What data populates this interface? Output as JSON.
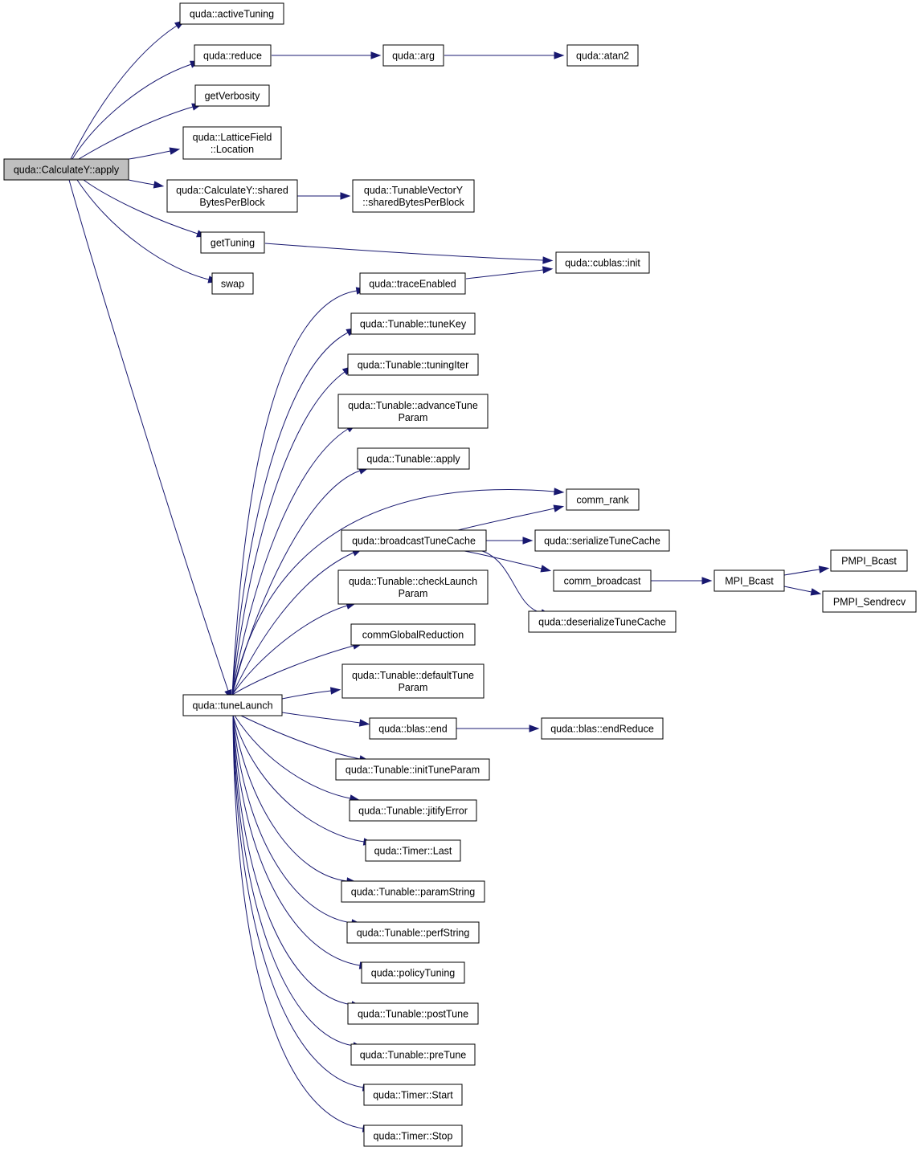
{
  "nodes": {
    "apply": {
      "lines": [
        "quda::CalculateY::apply"
      ]
    },
    "activeTuning": {
      "lines": [
        "quda::activeTuning"
      ]
    },
    "reduce": {
      "lines": [
        "quda::reduce"
      ]
    },
    "arg": {
      "lines": [
        "quda::arg"
      ]
    },
    "atan2": {
      "lines": [
        "quda::atan2"
      ]
    },
    "getVerbosity": {
      "lines": [
        "getVerbosity"
      ]
    },
    "location": {
      "lines": [
        "quda::LatticeField",
        "::Location"
      ]
    },
    "sharedBytes": {
      "lines": [
        "quda::CalculateY::shared",
        "BytesPerBlock"
      ]
    },
    "tvySharedBytes": {
      "lines": [
        "quda::TunableVectorY",
        "::sharedBytesPerBlock"
      ]
    },
    "getTuning": {
      "lines": [
        "getTuning"
      ]
    },
    "cublasInit": {
      "lines": [
        "quda::cublas::init"
      ]
    },
    "swap": {
      "lines": [
        "swap"
      ]
    },
    "traceEnabled": {
      "lines": [
        "quda::traceEnabled"
      ]
    },
    "tuneKey": {
      "lines": [
        "quda::Tunable::tuneKey"
      ]
    },
    "tuningIter": {
      "lines": [
        "quda::Tunable::tuningIter"
      ]
    },
    "advanceTune": {
      "lines": [
        "quda::Tunable::advanceTune",
        "Param"
      ]
    },
    "tunableApply": {
      "lines": [
        "quda::Tunable::apply"
      ]
    },
    "commRank": {
      "lines": [
        "comm_rank"
      ]
    },
    "broadcastTuneCache": {
      "lines": [
        "quda::broadcastTuneCache"
      ]
    },
    "serializeTuneCache": {
      "lines": [
        "quda::serializeTuneCache"
      ]
    },
    "commBroadcast": {
      "lines": [
        "comm_broadcast"
      ]
    },
    "mpiBcast": {
      "lines": [
        "MPI_Bcast"
      ]
    },
    "pmpiBcast": {
      "lines": [
        "PMPI_Bcast"
      ]
    },
    "pmpiSendrecv": {
      "lines": [
        "PMPI_Sendrecv"
      ]
    },
    "deserializeTuneCache": {
      "lines": [
        "quda::deserializeTuneCache"
      ]
    },
    "checkLaunch": {
      "lines": [
        "quda::Tunable::checkLaunch",
        "Param"
      ]
    },
    "commGlobalReduction": {
      "lines": [
        "commGlobalReduction"
      ]
    },
    "defaultTune": {
      "lines": [
        "quda::Tunable::defaultTune",
        "Param"
      ]
    },
    "tuneLaunch": {
      "lines": [
        "quda::tuneLaunch"
      ]
    },
    "blasEnd": {
      "lines": [
        "quda::blas::end"
      ]
    },
    "blasEndReduce": {
      "lines": [
        "quda::blas::endReduce"
      ]
    },
    "initTuneParam": {
      "lines": [
        "quda::Tunable::initTuneParam"
      ]
    },
    "jitifyError": {
      "lines": [
        "quda::Tunable::jitifyError"
      ]
    },
    "timerLast": {
      "lines": [
        "quda::Timer::Last"
      ]
    },
    "paramString": {
      "lines": [
        "quda::Tunable::paramString"
      ]
    },
    "perfString": {
      "lines": [
        "quda::Tunable::perfString"
      ]
    },
    "policyTuning": {
      "lines": [
        "quda::policyTuning"
      ]
    },
    "postTune": {
      "lines": [
        "quda::Tunable::postTune"
      ]
    },
    "preTune": {
      "lines": [
        "quda::Tunable::preTune"
      ]
    },
    "timerStart": {
      "lines": [
        "quda::Timer::Start"
      ]
    },
    "timerStop": {
      "lines": [
        "quda::Timer::Stop"
      ]
    }
  },
  "edges": [
    [
      "apply",
      "activeTuning"
    ],
    [
      "apply",
      "reduce"
    ],
    [
      "apply",
      "getVerbosity"
    ],
    [
      "apply",
      "location"
    ],
    [
      "apply",
      "sharedBytes"
    ],
    [
      "apply",
      "getTuning"
    ],
    [
      "apply",
      "swap"
    ],
    [
      "apply",
      "tuneLaunch"
    ],
    [
      "reduce",
      "arg"
    ],
    [
      "arg",
      "atan2"
    ],
    [
      "sharedBytes",
      "tvySharedBytes"
    ],
    [
      "getTuning",
      "cublasInit"
    ],
    [
      "traceEnabled",
      "cublasInit"
    ],
    [
      "tuneLaunch",
      "traceEnabled"
    ],
    [
      "tuneLaunch",
      "tuneKey"
    ],
    [
      "tuneLaunch",
      "tuningIter"
    ],
    [
      "tuneLaunch",
      "advanceTune"
    ],
    [
      "tuneLaunch",
      "tunableApply"
    ],
    [
      "tuneLaunch",
      "commRank"
    ],
    [
      "tuneLaunch",
      "broadcastTuneCache"
    ],
    [
      "tuneLaunch",
      "checkLaunch"
    ],
    [
      "tuneLaunch",
      "commGlobalReduction"
    ],
    [
      "tuneLaunch",
      "defaultTune"
    ],
    [
      "tuneLaunch",
      "blasEnd"
    ],
    [
      "tuneLaunch",
      "initTuneParam"
    ],
    [
      "tuneLaunch",
      "jitifyError"
    ],
    [
      "tuneLaunch",
      "timerLast"
    ],
    [
      "tuneLaunch",
      "paramString"
    ],
    [
      "tuneLaunch",
      "perfString"
    ],
    [
      "tuneLaunch",
      "policyTuning"
    ],
    [
      "tuneLaunch",
      "postTune"
    ],
    [
      "tuneLaunch",
      "preTune"
    ],
    [
      "tuneLaunch",
      "timerStart"
    ],
    [
      "tuneLaunch",
      "timerStop"
    ],
    [
      "broadcastTuneCache",
      "commRank"
    ],
    [
      "broadcastTuneCache",
      "serializeTuneCache"
    ],
    [
      "broadcastTuneCache",
      "commBroadcast"
    ],
    [
      "broadcastTuneCache",
      "deserializeTuneCache"
    ],
    [
      "commBroadcast",
      "mpiBcast"
    ],
    [
      "mpiBcast",
      "pmpiBcast"
    ],
    [
      "mpiBcast",
      "pmpiSendrecv"
    ],
    [
      "blasEnd",
      "blasEndReduce"
    ]
  ],
  "colors": {
    "edge": "#191970",
    "root_fill": "#bfbfbf",
    "node_fill": "#ffffff",
    "node_border": "#000000"
  }
}
